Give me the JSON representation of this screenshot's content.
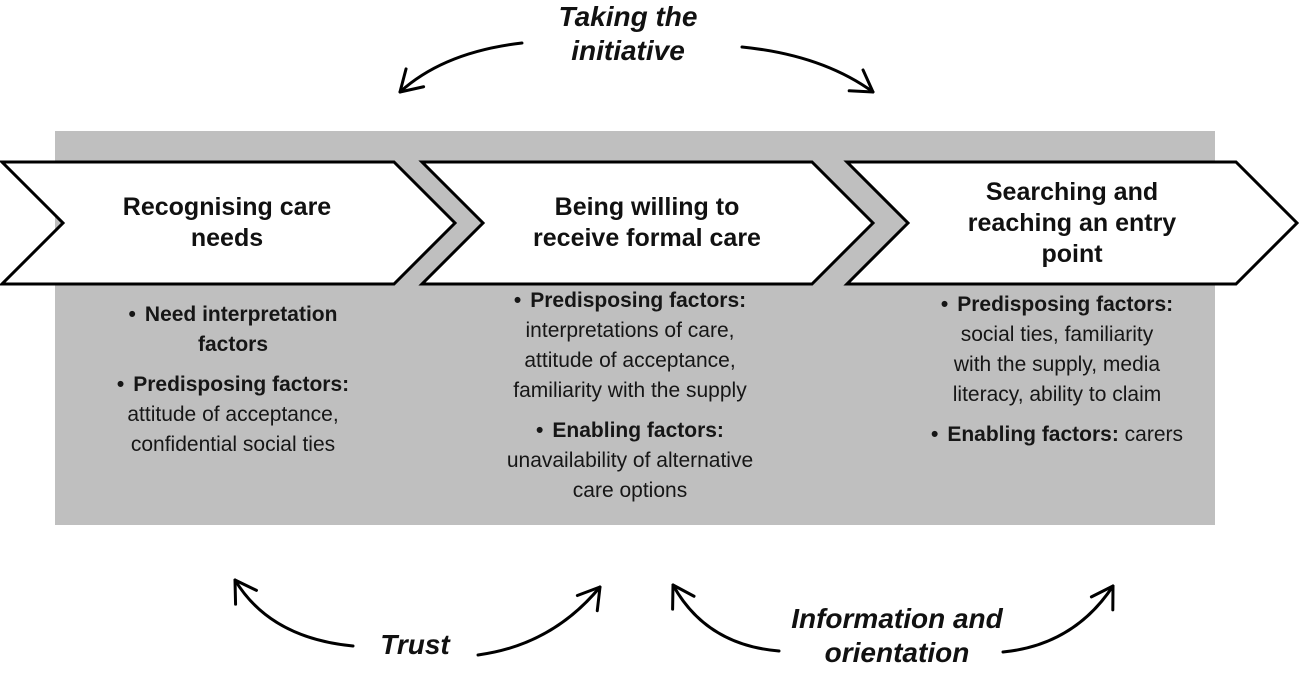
{
  "figure": {
    "bullet_char": "•",
    "colors": {
      "panel_bg": "#bfbfbf",
      "chevron_fill": "#ffffff",
      "line_stroke": "#000000",
      "text": "#111111"
    },
    "top_label": "Taking the\ninitiative",
    "bottom_labels": {
      "trust": "Trust",
      "information": "Information and\norientation"
    },
    "stages": [
      {
        "title": "Recognising care\nneeds",
        "bullets": [
          {
            "label": "Need interpretation\nfactors",
            "text": ""
          },
          {
            "label": "Predisposing factors:",
            "text": "\nattitude of acceptance,\nconfidential social ties"
          }
        ]
      },
      {
        "title": "Being willing to\nreceive formal care",
        "bullets": [
          {
            "label": "Predisposing factors:",
            "text": "\ninterpretations of care,\nattitude of acceptance,\nfamiliarity with the supply"
          },
          {
            "label": "Enabling factors:",
            "text": "\nunavailability of alternative\ncare options"
          }
        ]
      },
      {
        "title": "Searching and\nreaching an entry\npoint",
        "bullets": [
          {
            "label": "Predisposing factors:",
            "text": "\nsocial ties, familiarity\nwith the supply, media\nliteracy, ability to claim"
          },
          {
            "label": "Enabling factors:",
            "text": " carers"
          }
        ]
      }
    ]
  }
}
